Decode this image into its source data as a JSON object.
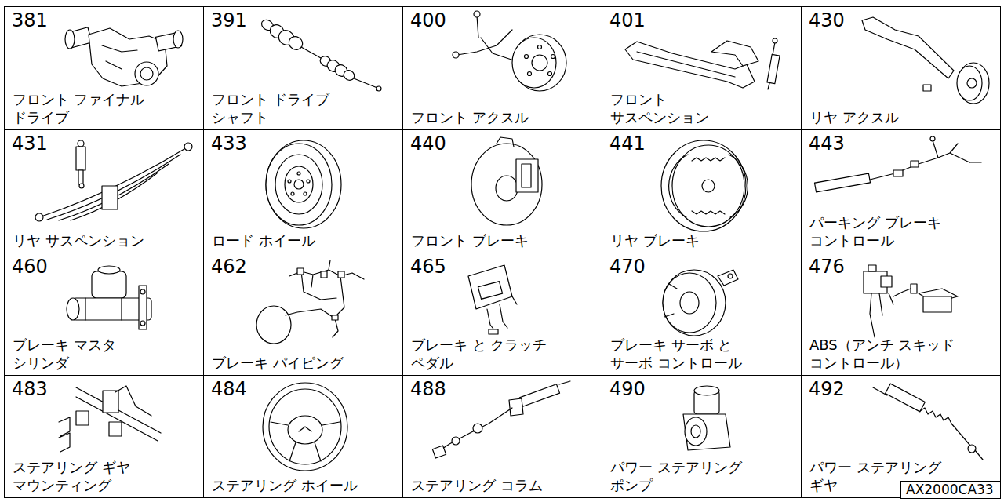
{
  "diagram": {
    "nodes": [
      {
        "text": [
          "381",
          "フロント ファイナル ドライブ"
        ]
      },
      {
        "text": [
          "391",
          "フロント ドライブ シャフト"
        ]
      },
      {
        "text": [
          "400",
          "フロント アクスル"
        ]
      },
      {
        "text": [
          "401",
          "フロント サスペンション"
        ]
      },
      {
        "text": [
          "430",
          "リヤ アクスル"
        ]
      },
      {
        "text": [
          "431",
          "リヤ サスペンション"
        ]
      },
      {
        "text": [
          "433",
          "ロード ホイール"
        ]
      },
      {
        "text": [
          "440",
          "フロント ブレーキ"
        ]
      },
      {
        "text": [
          "441",
          "リヤ ブレーキ"
        ]
      },
      {
        "text": [
          "443",
          "パーキング ブレーキ コントロール"
        ]
      },
      {
        "text": [
          "460",
          "ブレーキ マスタ シリンダ"
        ]
      },
      {
        "text": [
          "462",
          "ブレーキ パイピング"
        ]
      },
      {
        "text": [
          "465",
          "ブレーキ と クラッチ ペダル"
        ]
      },
      {
        "text": [
          "470",
          "ブレーキ サーボ と サーボ コントロール"
        ]
      },
      {
        "text": [
          "476",
          "ABS（アンチ スキッド コントロール）"
        ]
      },
      {
        "text": [
          "483",
          "ステアリング ギヤ マウンティング"
        ]
      },
      {
        "text": [
          "484",
          "ステアリング ホイール"
        ]
      },
      {
        "text": [
          "488",
          "ステアリング コラム"
        ]
      },
      {
        "text": [
          "490",
          "パワー ステアリング ポンプ"
        ]
      },
      {
        "text": [
          "492",
          "パワー ステアリング ギヤ"
        ]
      },
      {
        "text": [
          "AX2000CA33"
        ]
      }
    ]
  }
}
